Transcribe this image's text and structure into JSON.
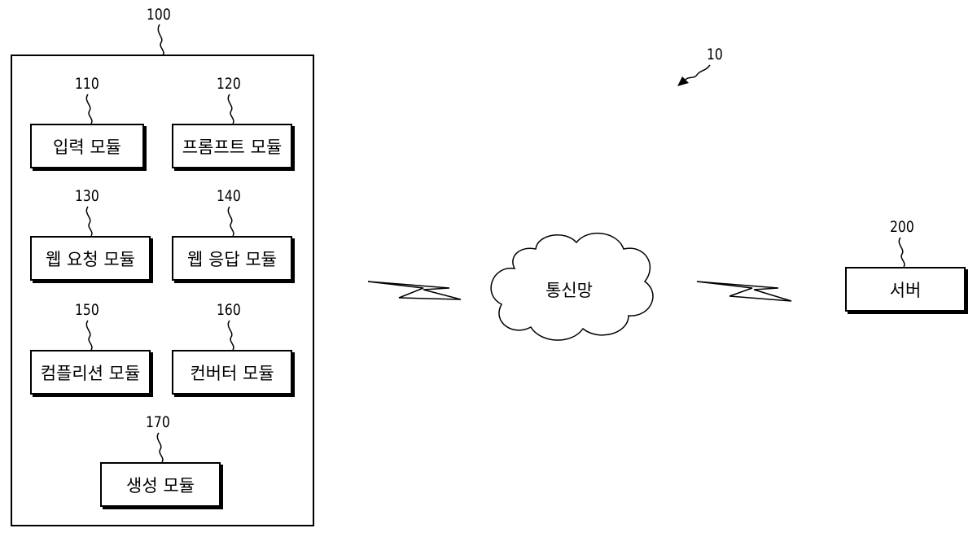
{
  "system": {
    "ref": "10"
  },
  "device": {
    "ref": "100",
    "modules": [
      {
        "ref": "110",
        "label": "입력 모듈"
      },
      {
        "ref": "120",
        "label": "프롬프트 모듈"
      },
      {
        "ref": "130",
        "label": "웹 요청 모듈"
      },
      {
        "ref": "140",
        "label": "웹 응답 모듈"
      },
      {
        "ref": "150",
        "label": "컴플리션 모듈"
      },
      {
        "ref": "160",
        "label": "컨버터 모듈"
      },
      {
        "ref": "170",
        "label": "생성 모듈"
      }
    ]
  },
  "network": {
    "label": "통신망"
  },
  "server": {
    "ref": "200",
    "label": "서버"
  }
}
